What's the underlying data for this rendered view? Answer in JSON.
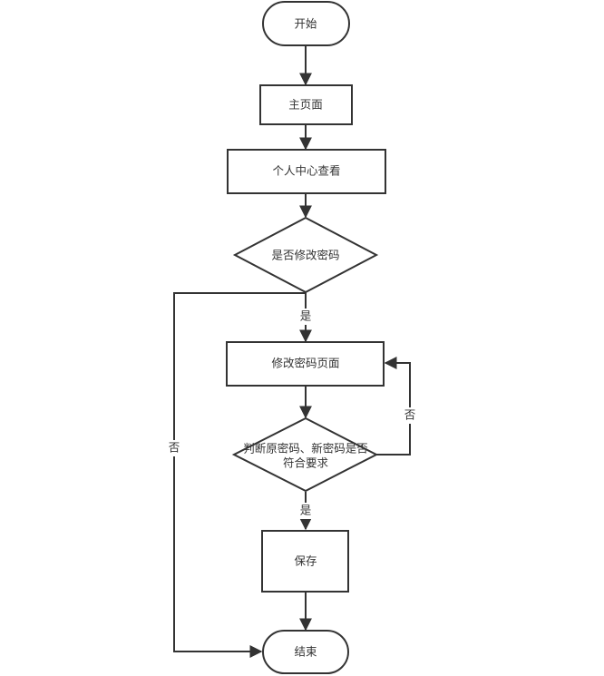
{
  "colors": {
    "stroke": "#333333",
    "fill": "#ffffff",
    "text": "#333333"
  },
  "nodes": {
    "start": "开始",
    "home": "主页面",
    "profile": "个人中心查看",
    "decision_change": "是否修改密码",
    "change_page": "修改密码页面",
    "decision_valid_line1": "判断原密码、新密码是否",
    "decision_valid_line2": "符合要求",
    "save": "保存",
    "end": "结束"
  },
  "edges": {
    "yes_change": "是",
    "no_change": "否",
    "no_valid": "否",
    "yes_valid": "是"
  }
}
